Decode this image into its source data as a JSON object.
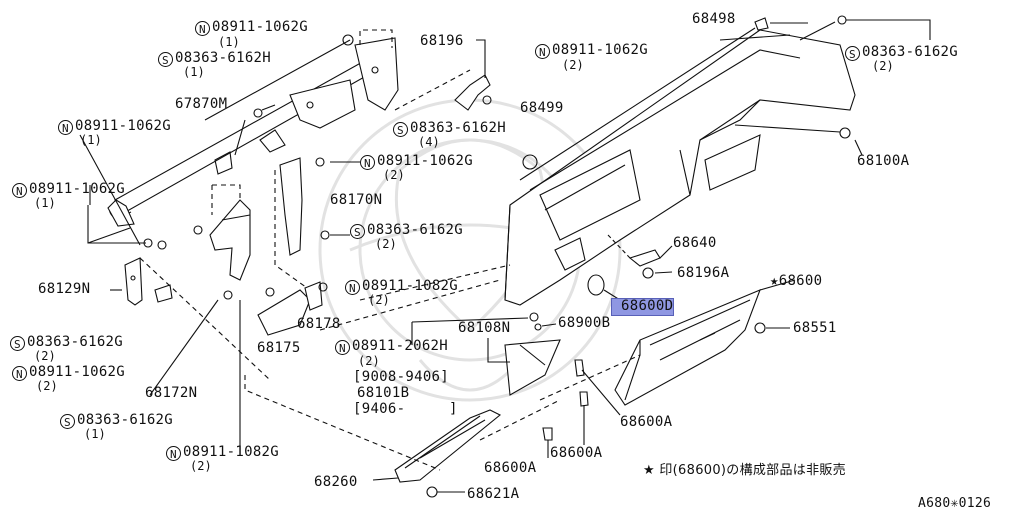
{
  "labels": {
    "n1": {
      "prefix": "N",
      "code": "08911-1062G",
      "qty": "(1)"
    },
    "s1": {
      "prefix": "S",
      "code": "08363-6162H",
      "qty": "(1)"
    },
    "p67870M": "67870M",
    "n2": {
      "prefix": "N",
      "code": "08911-1062G",
      "qty": "(1)"
    },
    "n3": {
      "prefix": "N",
      "code": "08911-1062G",
      "qty": "(1)"
    },
    "p68129N": "68129N",
    "s2": {
      "prefix": "S",
      "code": "08363-6162G",
      "qty": "(2)"
    },
    "n4": {
      "prefix": "N",
      "code": "08911-1062G",
      "qty": "(2)"
    },
    "p68172N": "68172N",
    "s3": {
      "prefix": "S",
      "code": "08363-6162G",
      "qty": "(1)"
    },
    "n5": {
      "prefix": "N",
      "code": "08911-1082G",
      "qty": "(2)"
    },
    "p68196": "68196",
    "n6": {
      "prefix": "N",
      "code": "08911-1062G",
      "qty": "(2)"
    },
    "s4": {
      "prefix": "S",
      "code": "08363-6162H",
      "qty": "(4)"
    },
    "n7": {
      "prefix": "N",
      "code": "08911-1062G",
      "qty": "(2)"
    },
    "p68170N": "68170N",
    "s5": {
      "prefix": "S",
      "code": "08363-6162G",
      "qty": "(2)"
    },
    "n8": {
      "prefix": "N",
      "code": "08911-1082G",
      "qty": "(2)"
    },
    "p68178": "68178",
    "p68175": "68175",
    "p68498": "68498",
    "s6": {
      "prefix": "S",
      "code": "08363-6162G",
      "qty": "(2)"
    },
    "p68499": "68499",
    "p68100A": "68100A",
    "p68640": "68640",
    "p68196A": "68196A",
    "star68600": "★68600",
    "p68600D": "68600D",
    "p68551": "68551",
    "p68108N": "68108N",
    "p68900B": "68900B",
    "n9": {
      "prefix": "N",
      "code": "08911-2062H",
      "qty": "(2)"
    },
    "range1": "[9008-9406]",
    "p68101B": "68101B",
    "range2": "[9406-     ]",
    "p68600A_1": "68600A",
    "p68600A_2": "68600A",
    "p68600A_3": "68600A",
    "p68260": "68260",
    "p68621A": "68621A",
    "note": "★ 印(68600)の構成部品は非販売",
    "diagram_id": "A680✳0126"
  },
  "colors": {
    "ink": "#111111",
    "highlight": "#8f97e2",
    "watermark": "#e2e2e2"
  }
}
